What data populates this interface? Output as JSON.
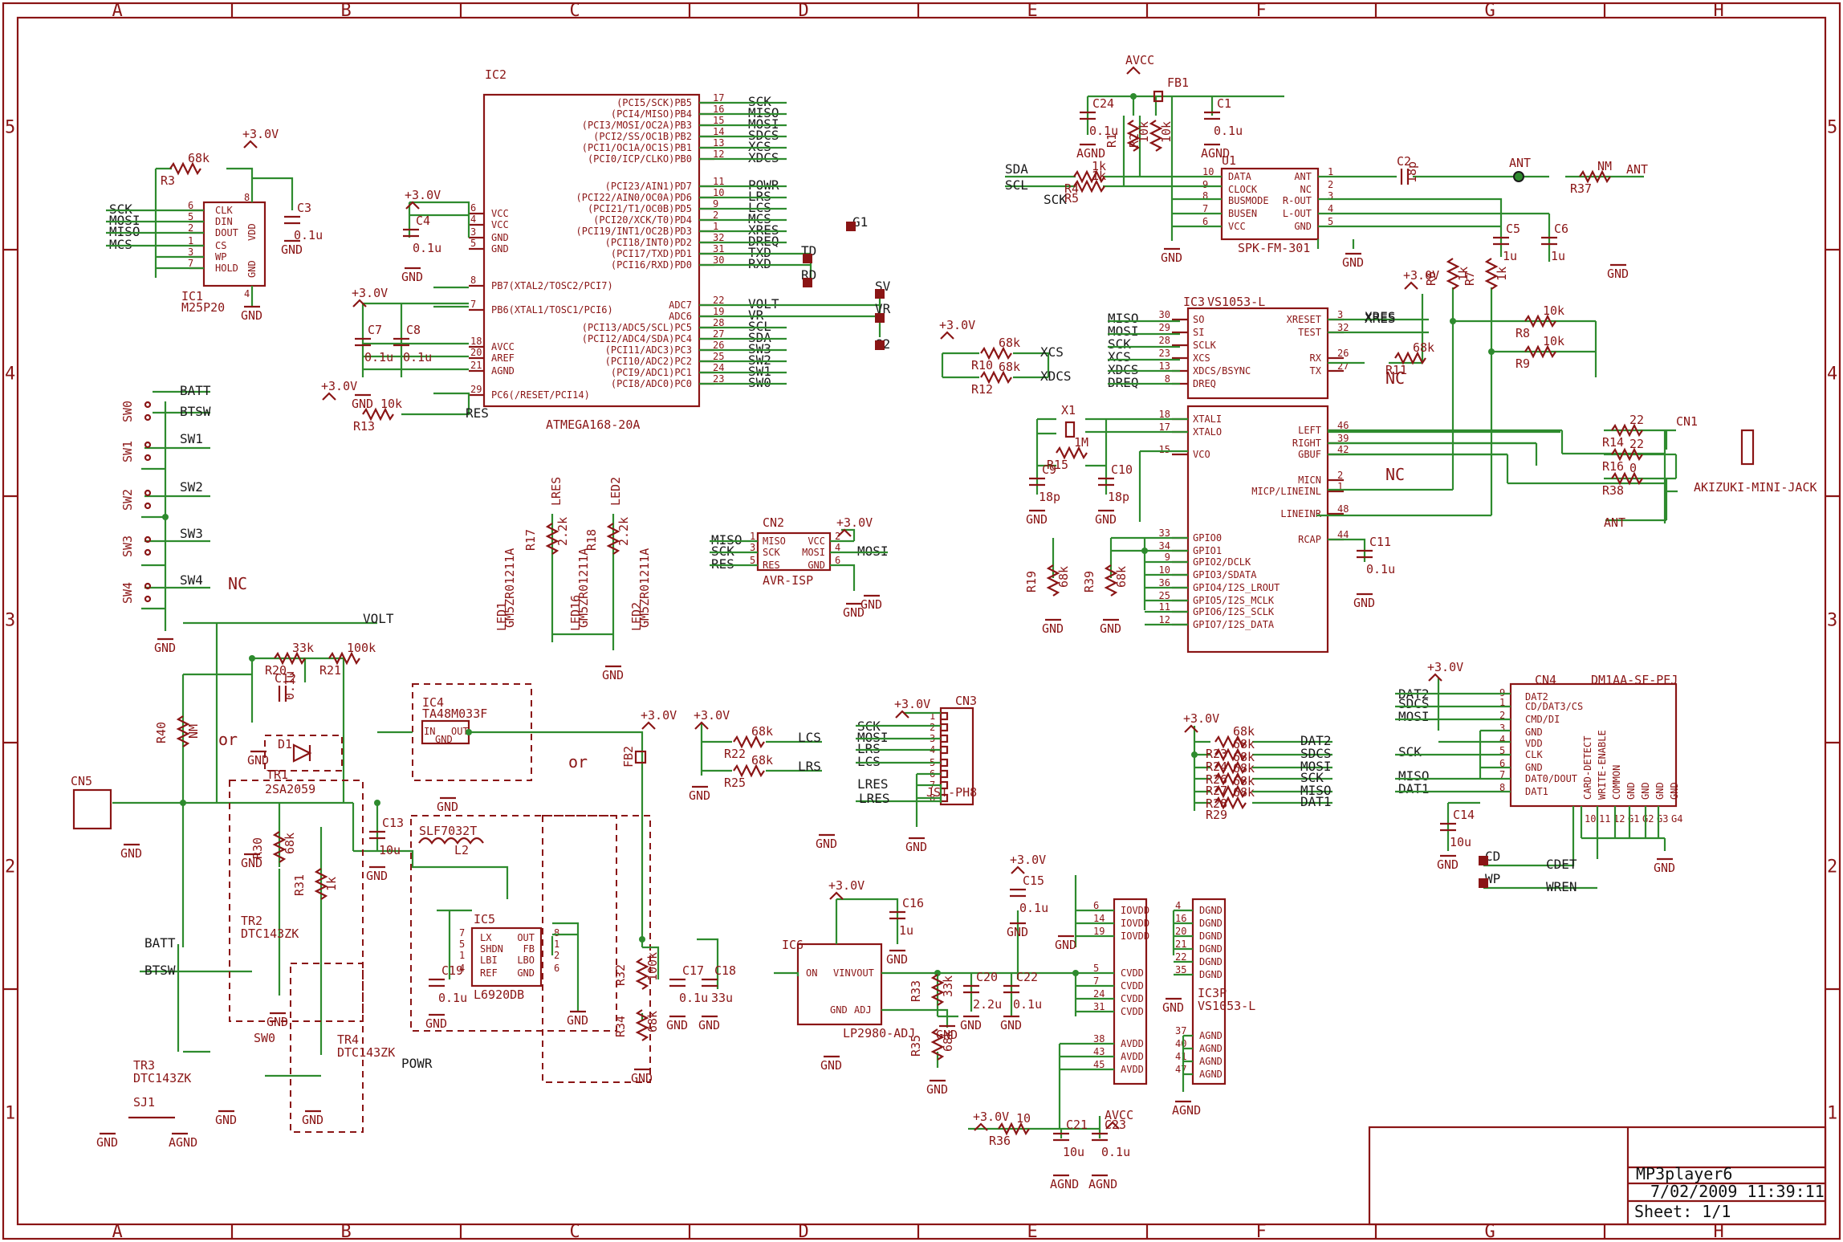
{
  "sheet": {
    "name": "MP3player6",
    "date": "7/02/2009 11:39:11",
    "sheet_no": "Sheet: 1/1"
  },
  "grid": {
    "columns": [
      "A",
      "B",
      "C",
      "D",
      "E",
      "F",
      "G",
      "H"
    ],
    "rows": [
      "5",
      "4",
      "3",
      "2",
      "1"
    ]
  },
  "ic2": {
    "ref": "IC2",
    "part": "ATMEGA168-20A",
    "left_pins": [
      {
        "name": "VCC",
        "num": "6"
      },
      {
        "name": "VCC",
        "num": "4"
      },
      {
        "name": "GND",
        "num": "3"
      },
      {
        "name": "GND",
        "num": "5"
      },
      {
        "name": "PB7(XTAL2/TOSC2/PCI7)",
        "num": "8"
      },
      {
        "name": "PB6(XTAL1/TOSC1/PCI6)",
        "num": "7"
      },
      {
        "name": "AVCC",
        "num": "18"
      },
      {
        "name": "AREF",
        "num": "20"
      },
      {
        "name": "AGND",
        "num": "21"
      },
      {
        "name": "PC6(/RESET/PCI14)",
        "num": "29"
      }
    ],
    "right_pins": [
      {
        "name": "(PCI5/SCK)PB5",
        "num": "17",
        "net": "SCK"
      },
      {
        "name": "(PCI4/MISO)PB4",
        "num": "16",
        "net": "MISO"
      },
      {
        "name": "(PCI3/MOSI/OC2A)PB3",
        "num": "15",
        "net": "MOSI"
      },
      {
        "name": "(PCI2/SS/OC1B)PB2",
        "num": "14",
        "net": "SDCS"
      },
      {
        "name": "(PCI1/OC1A/OC1S)PB1",
        "num": "13",
        "net": "XCS"
      },
      {
        "name": "(PCI0/ICP/CLKO)PB0",
        "num": "12",
        "net": "XDCS"
      },
      {
        "name": "(PCI23/AIN1)PD7",
        "num": "11",
        "net": "POWR"
      },
      {
        "name": "(PCI22/AIN0/OC0A)PD6",
        "num": "10",
        "net": "LRS"
      },
      {
        "name": "(PCI21/T1/OC0B)PD5",
        "num": "9",
        "net": "LCS"
      },
      {
        "name": "(PCI20/XCK/T0)PD4",
        "num": "2",
        "net": "MCS"
      },
      {
        "name": "(PCI19/INT1/OC2B)PD3",
        "num": "1",
        "net": "XRES"
      },
      {
        "name": "(PCI18/INT0)PD2",
        "num": "32",
        "net": "DREQ"
      },
      {
        "name": "(PCI17/TXD)PD1",
        "num": "31",
        "net": "TXD"
      },
      {
        "name": "(PCI16/RXD)PD0",
        "num": "30",
        "net": "RXD"
      },
      {
        "name": "ADC7",
        "num": "22",
        "net": "VOLT"
      },
      {
        "name": "ADC6",
        "num": "19",
        "net": "VR"
      },
      {
        "name": "(PCI13/ADC5/SCL)PC5",
        "num": "28",
        "net": "SCL"
      },
      {
        "name": "(PCI12/ADC4/SDA)PC4",
        "num": "27",
        "net": "SDA"
      },
      {
        "name": "(PCI11/ADC3)PC3",
        "num": "26",
        "net": "SW3"
      },
      {
        "name": "(PCI10/ADC2)PC2",
        "num": "25",
        "net": "SW2"
      },
      {
        "name": "(PCI9/ADC1)PC1",
        "num": "24",
        "net": "SW1"
      },
      {
        "name": "(PCI8/ADC0)PC0",
        "num": "23",
        "net": "SW0"
      }
    ]
  },
  "ic1": {
    "ref": "IC1",
    "part": "M25P20",
    "pins": [
      {
        "name": "CLK",
        "num": "6",
        "net": "SCK"
      },
      {
        "name": "DIN",
        "num": "5",
        "net": "MOSI"
      },
      {
        "name": "DOUT",
        "num": "2",
        "net": "MISO"
      },
      {
        "name": "CS",
        "num": "1",
        "net": "MCS"
      },
      {
        "name": "WP",
        "num": "3"
      },
      {
        "name": "HOLD",
        "num": "7"
      }
    ],
    "vdd": "VDD",
    "gnd": "GND",
    "vdd_num": "8",
    "gnd_num": "4"
  },
  "u1": {
    "ref": "U1",
    "part": "SPK-FM-301",
    "left": [
      {
        "name": "DATA",
        "num": "10"
      },
      {
        "name": "CLOCK",
        "num": "9"
      },
      {
        "name": "BUSMODE",
        "num": "8"
      },
      {
        "name": "BUSEN",
        "num": "7"
      },
      {
        "name": "VCC",
        "num": "6"
      }
    ],
    "right": [
      {
        "name": "ANT",
        "num": "1"
      },
      {
        "name": "NC",
        "num": "2"
      },
      {
        "name": "R-OUT",
        "num": "3"
      },
      {
        "name": "L-OUT",
        "num": "4"
      },
      {
        "name": "GND",
        "num": "5"
      }
    ]
  },
  "ic3": {
    "ref": "IC3",
    "part": "VS1053-L",
    "left": [
      {
        "name": "SO",
        "num": "30",
        "net": "MISO"
      },
      {
        "name": "SI",
        "num": "29",
        "net": "MOSI"
      },
      {
        "name": "SCLK",
        "num": "28",
        "net": "SCK"
      },
      {
        "name": "XCS",
        "num": "23",
        "net": "XCS"
      },
      {
        "name": "XDCS/BSYNC",
        "num": "13",
        "net": "XDCS"
      },
      {
        "name": "DREQ",
        "num": "8",
        "net": "DREQ"
      },
      {
        "name": "XTALI",
        "num": "18"
      },
      {
        "name": "XTALO",
        "num": "17"
      },
      {
        "name": "VCO",
        "num": "15"
      },
      {
        "name": "GPIO0",
        "num": "33"
      },
      {
        "name": "GPIO1",
        "num": "34"
      },
      {
        "name": "GPIO2/DCLK",
        "num": "9"
      },
      {
        "name": "GPIO3/SDATA",
        "num": "10"
      },
      {
        "name": "GPIO4/I2S_LROUT",
        "num": "36"
      },
      {
        "name": "GPIO5/I2S_MCLK",
        "num": "25"
      },
      {
        "name": "GPIO6/I2S_SCLK",
        "num": "11"
      },
      {
        "name": "GPIO7/I2S_DATA",
        "num": "12"
      }
    ],
    "right": [
      {
        "name": "XRESET",
        "num": "3",
        "net": "XRES"
      },
      {
        "name": "TEST",
        "num": "32"
      },
      {
        "name": "RX",
        "num": "26"
      },
      {
        "name": "TX",
        "num": "27"
      },
      {
        "name": "LEFT",
        "num": "46"
      },
      {
        "name": "RIGHT",
        "num": "39"
      },
      {
        "name": "GBUF",
        "num": "42"
      },
      {
        "name": "MICN",
        "num": "2"
      },
      {
        "name": "MICP/LINEINL",
        "num": "1"
      },
      {
        "name": "LINEINR",
        "num": "48"
      },
      {
        "name": "RCAP",
        "num": "44"
      }
    ]
  },
  "ic3p": {
    "ref": "IC3P",
    "part": "VS1053-L",
    "left": [
      {
        "name": "IOVDD",
        "num": "6"
      },
      {
        "name": "IOVDD",
        "num": "14"
      },
      {
        "name": "IOVDD",
        "num": "19"
      },
      {
        "name": "CVDD",
        "num": "5"
      },
      {
        "name": "CVDD",
        "num": "7"
      },
      {
        "name": "CVDD",
        "num": "24"
      },
      {
        "name": "CVDD",
        "num": "31"
      },
      {
        "name": "AVDD",
        "num": "38"
      },
      {
        "name": "AVDD",
        "num": "43"
      },
      {
        "name": "AVDD",
        "num": "45"
      }
    ],
    "right": [
      {
        "name": "DGND",
        "num": "4"
      },
      {
        "name": "DGND",
        "num": "16"
      },
      {
        "name": "DGND",
        "num": "20"
      },
      {
        "name": "DGND",
        "num": "21"
      },
      {
        "name": "DGND",
        "num": "22"
      },
      {
        "name": "DGND",
        "num": "35"
      },
      {
        "name": "AGND",
        "num": "37"
      },
      {
        "name": "AGND",
        "num": "40"
      },
      {
        "name": "AGND",
        "num": "41"
      },
      {
        "name": "AGND",
        "num": "47"
      }
    ]
  },
  "cn2": {
    "ref": "CN2",
    "part": "AVR-ISP",
    "pins": [
      {
        "name": "MISO",
        "num": "1",
        "net": "MISO"
      },
      {
        "name": "SCK",
        "num": "3",
        "net": "SCK"
      },
      {
        "name": "RES",
        "num": "5",
        "net": "RES"
      },
      {
        "name": "VCC",
        "num": "2"
      },
      {
        "name": "MOSI",
        "num": "4",
        "net": "MOSI"
      },
      {
        "name": "GND",
        "num": "6"
      }
    ]
  },
  "cn3": {
    "ref": "CN3",
    "part": "JST-PH8",
    "nets": [
      "+3.0V",
      "SCK",
      "MOSI",
      "LRS",
      "LCS",
      "",
      "LRES",
      ""
    ],
    "nums": [
      "1",
      "2",
      "3",
      "4",
      "5",
      "6",
      "7",
      "8"
    ]
  },
  "cn4": {
    "ref": "CN4",
    "part": "DM1AA-SF-PEJ",
    "pins": [
      {
        "name": "DAT2",
        "num": "9",
        "net": "DAT2"
      },
      {
        "name": "CD/DAT3/CS",
        "num": "1",
        "net": "SDCS"
      },
      {
        "name": "CMD/DI",
        "num": "2",
        "net": "MOSI"
      },
      {
        "name": "GND",
        "num": "3"
      },
      {
        "name": "VDD",
        "num": "4"
      },
      {
        "name": "CLK",
        "num": "5",
        "net": "SCK"
      },
      {
        "name": "GND",
        "num": "6"
      },
      {
        "name": "DAT0/DOUT",
        "num": "7",
        "net": "MISO"
      },
      {
        "name": "DAT1",
        "num": "8",
        "net": "DAT1"
      }
    ],
    "vertical": [
      "CARD-DETECT",
      "WRITE-ENABLE",
      "COMMON",
      "GND",
      "GND",
      "GND",
      "GND"
    ],
    "vnums": [
      "10",
      "11",
      "12",
      "G1",
      "G2",
      "G3",
      "G4"
    ]
  },
  "ic4": {
    "ref": "IC4",
    "part": "TA48M033F",
    "pins": [
      "IN",
      "GND",
      "OUT"
    ]
  },
  "ic5": {
    "ref": "IC5",
    "part": "L6920DB",
    "left": [
      {
        "name": "LX",
        "num": "7"
      },
      {
        "name": "SHDN",
        "num": "5"
      },
      {
        "name": "LBI",
        "num": "1"
      },
      {
        "name": "REF",
        "num": "4"
      }
    ],
    "right": [
      {
        "name": "OUT",
        "num": "8"
      },
      {
        "name": "FB",
        "num": "1"
      },
      {
        "name": "LBO",
        "num": "2"
      },
      {
        "name": "GND",
        "num": "6"
      }
    ]
  },
  "ic6": {
    "ref": "IC6",
    "part": "LP2980-ADJ",
    "pins": [
      "ON",
      "VIN",
      "VOUT",
      "GND",
      "ADJ"
    ]
  },
  "labels": {
    "supply": "+3.0V",
    "avcc": "AVCC",
    "gnd": "GND",
    "agnd": "AGND",
    "nc": "NC",
    "or": "or",
    "ant": "ANT",
    "fb1": "FB1",
    "fb2": "FB2",
    "x1": "X1",
    "cn1": "CN1",
    "cn1_part": "AKIZUKI-MINI-JACK",
    "cn5": "CN5",
    "sj1": "SJ1",
    "l2": "L2",
    "l2_part": "SLF7032T",
    "d1": "D1",
    "tr1": "TR1",
    "tr1_part": "2SA2059",
    "tr2": "TR2",
    "tr2_part": "DTC143ZK",
    "tr3": "TR3",
    "tr3_part": "DTC143ZK",
    "tr4": "TR4",
    "tr4_part": "DTC143ZK",
    "sw": [
      "SW0",
      "SW1",
      "SW2",
      "SW3",
      "SW4"
    ],
    "sw_nets": [
      "BATT",
      "BTSW",
      "SW1",
      "SW2",
      "SW3",
      "SW4"
    ],
    "led": [
      "LED1",
      "LED16",
      "LED2"
    ],
    "led_part": "GM5ZR01211A",
    "led_nets": [
      "LRES",
      "LED2"
    ]
  },
  "passives": {
    "R3": "68k",
    "C3": "0.1u",
    "C4": "0.1u",
    "C7": "0.1u",
    "C8": "0.1u",
    "R13": "10k",
    "C24": "0.1u",
    "C1": "0.1u",
    "R1": "10k",
    "R2": "10k",
    "R4": "1k",
    "R5": "1k",
    "C2": "18p",
    "R37": "NM",
    "C5": "1u",
    "C6": "1u",
    "R6": "1k",
    "R7": "1k",
    "R8": "10k",
    "R9": "10k",
    "R10": "68k",
    "R12": "68k",
    "R11": "68k",
    "C9": "18p",
    "C10": "18p",
    "R15": "1M",
    "R14": "22",
    "R16": "22",
    "R38": "0",
    "C11": "0.1u",
    "R19": "68k",
    "R39": "68k",
    "R17": "2.2k",
    "R18": "2.2k",
    "R20": "33k",
    "C12": "0.1u",
    "R21": "100k",
    "R40": "NM",
    "R30": "68k",
    "R31": "1k",
    "C13": "10u",
    "C19": "0.1u",
    "R32": "100k",
    "R34": "68k",
    "C17": "0.1u",
    "C18": "33u",
    "R22": "68k",
    "R25": "68k",
    "R23": "68k",
    "R24": "68k",
    "R26": "68k",
    "R27": "68k",
    "R28": "68k",
    "R29": "68k",
    "C14": "10u",
    "C16": "1u",
    "R33": "33k",
    "R35": "68k",
    "C20": "2.2u",
    "C22": "0.1u",
    "C15": "0.1u",
    "R36": "10",
    "C21": "10u",
    "C23": "0.1u"
  },
  "net_labels": {
    "sda": "SDA",
    "scl": "SCL",
    "xcs": "XCS",
    "xdcs": "XDCS",
    "xres": "XRES",
    "res": "RES",
    "volt": "VOLT",
    "powr": "POWR",
    "lcs": "LCS",
    "lrs": "LRS",
    "lres": "LRES",
    "cd": "CD",
    "wp": "WP",
    "cdet": "CDET",
    "wren": "WREN",
    "td": "TD",
    "rd": "RD",
    "sv": "SV",
    "vr": "VR",
    "g1": "G1",
    "g2": "G2",
    "r23": "DAT2",
    "r24": "SDCS",
    "r26": "MOSI",
    "r27": "SCK",
    "r28": "MISO",
    "r29": "DAT1",
    "sck": "SCK",
    "mosi": "MOSI",
    "miso": "MISO",
    "mcs": "MCS",
    "dat2": "DAT2",
    "dat1": "DAT1",
    "sdcs": "SDCS"
  },
  "colors": {
    "symbol": "#8a1515",
    "wire": "#2e8b2e",
    "background": "#ffffff"
  }
}
